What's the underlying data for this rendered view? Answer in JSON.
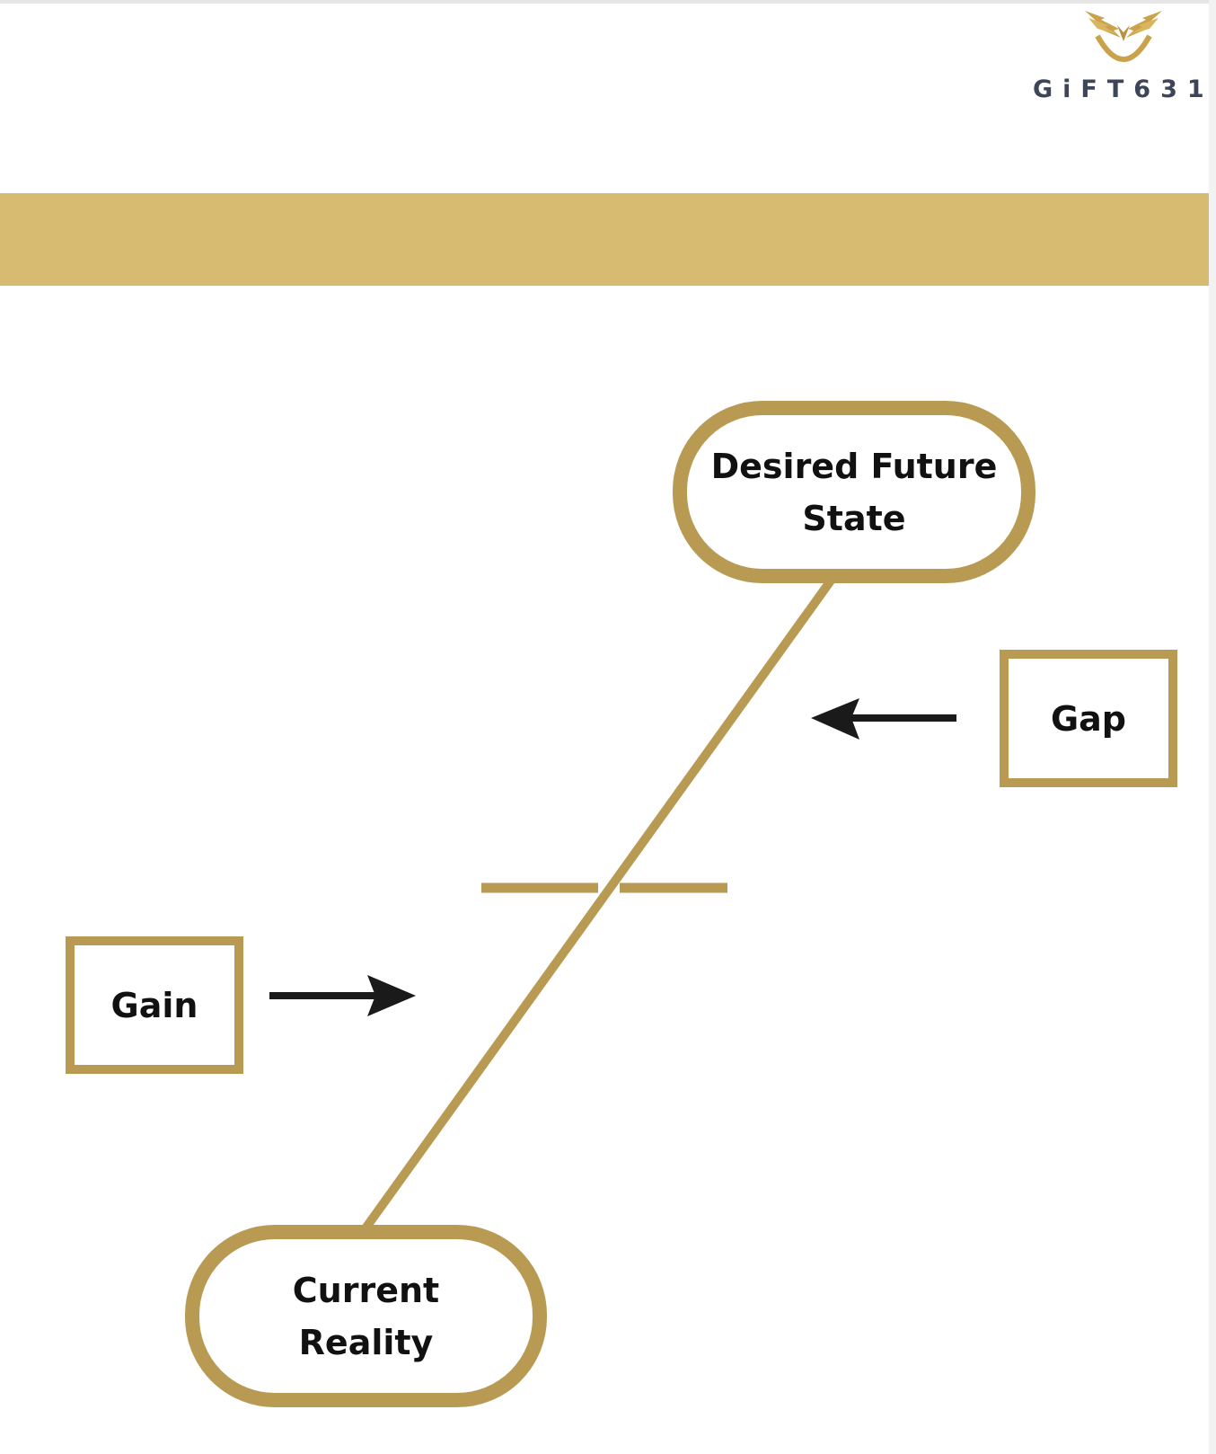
{
  "brand": {
    "logo_text": "GiFT631",
    "logo_icon": "winged-crest-icon",
    "accent_color": "#b89a52",
    "band_color": "#d6bb70"
  },
  "diagram": {
    "desired_future_state": {
      "line1": "Desired Future",
      "line2": "State"
    },
    "current_reality": {
      "line1": "Current",
      "line2": "Reality"
    },
    "gap_label": "Gap",
    "gain_label": "Gain"
  }
}
